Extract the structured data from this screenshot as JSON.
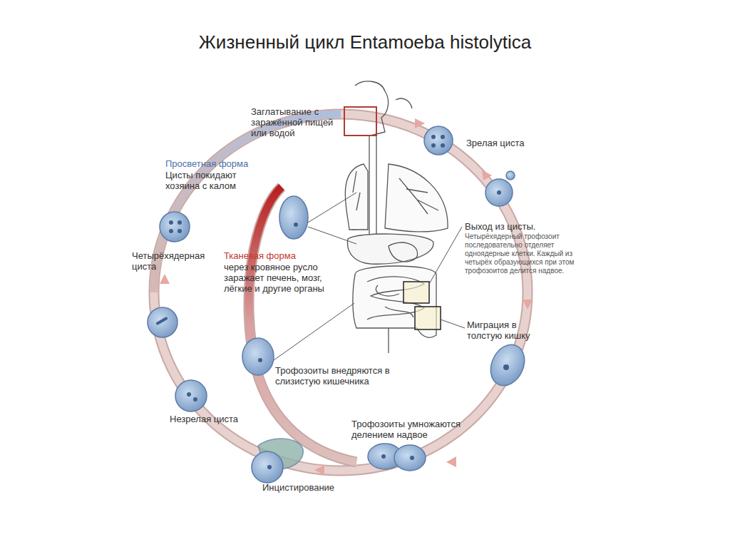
{
  "diagram": {
    "title": "Жизненный цикл Entamoeba histolytica",
    "labels": [
      "Заглатывание с заражённой пищей или водой",
      "Зрелая циста",
      "Просветная форма",
      "Цисты покидают хозяина с калом",
      "Выход из цисты.",
      "Четырёхядерный трофозоит последовательно отделяет одноядерные клетки. Каждый из четырёх образующихся при этом трофозоитов делится надвое.",
      "Четырёхядерная циста",
      "Тканевая форма",
      "через кровяное русло заражает печень, мозг, лёгкие и другие органы",
      "Миграция в толстую кишку",
      "Трофозоиты внедряются в слизистую кишечника",
      "Незрелая циста",
      "Трофозоиты умножаются делением надвое",
      "Инцистирование"
    ]
  }
}
